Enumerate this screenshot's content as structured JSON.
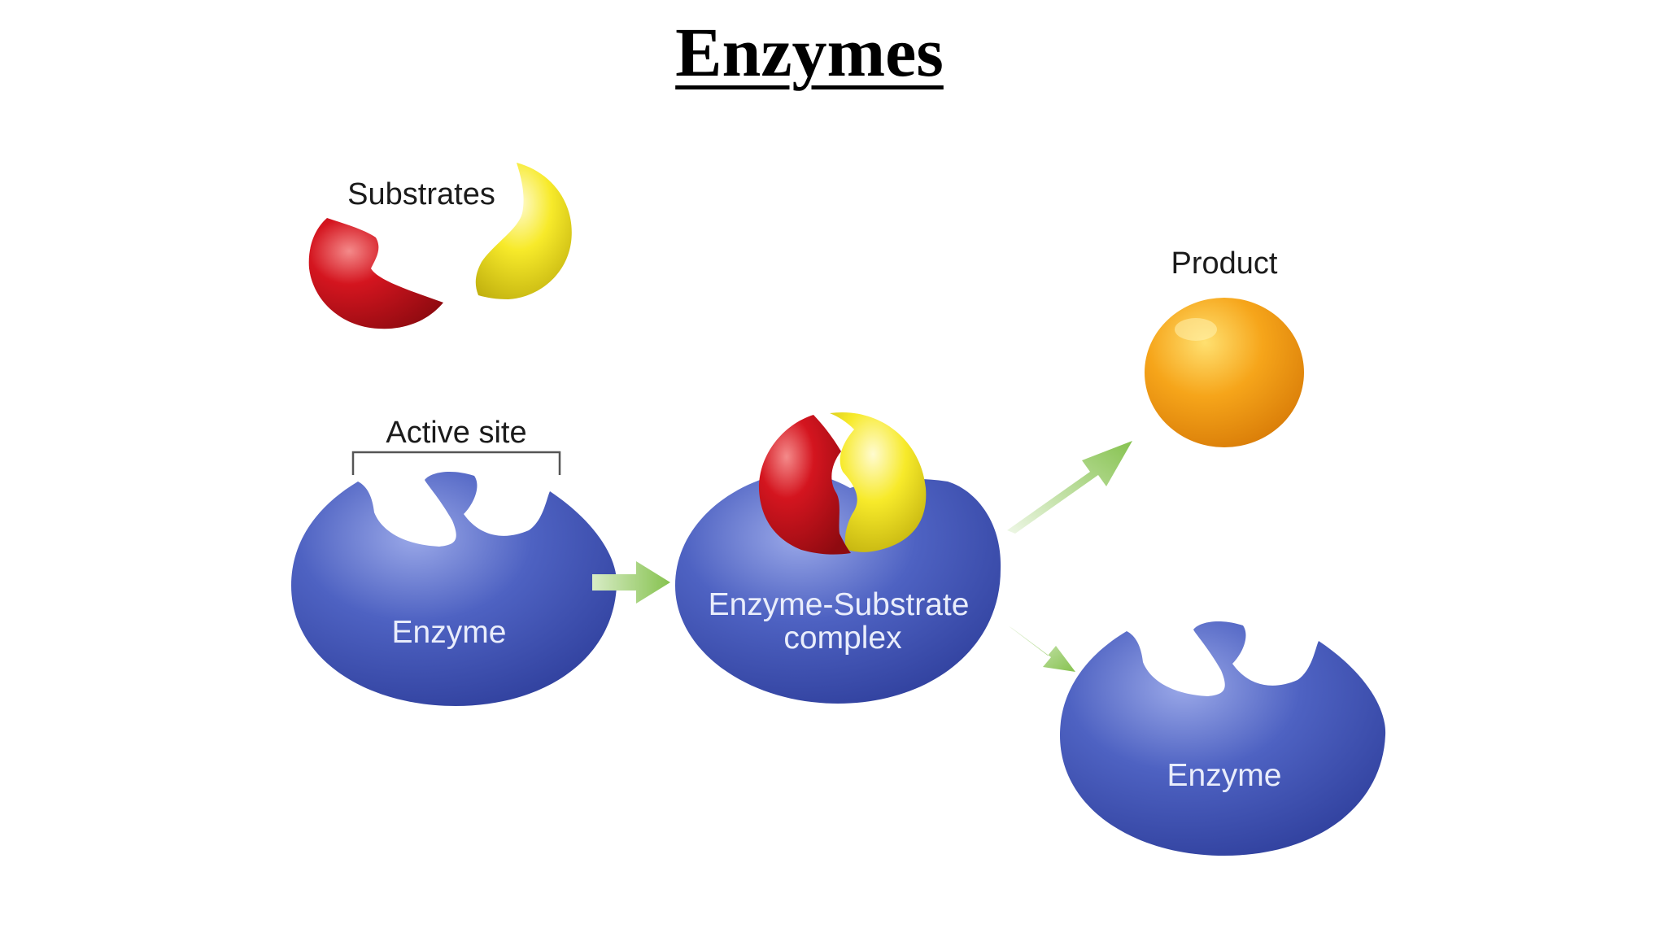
{
  "title": "Enzymes",
  "labels": {
    "substrates": "Substrates",
    "active_site": "Active site",
    "enzyme_left": "Enzyme",
    "complex_line1": "Enzyme-Substrate",
    "complex_line2": "complex",
    "product": "Product",
    "enzyme_right": "Enzyme"
  },
  "colors": {
    "enzyme": "#3f55b4",
    "substrate_red": "#c8101a",
    "substrate_yellow": "#f2e21a",
    "product": "#f29a10",
    "arrow": "#8cc557"
  }
}
